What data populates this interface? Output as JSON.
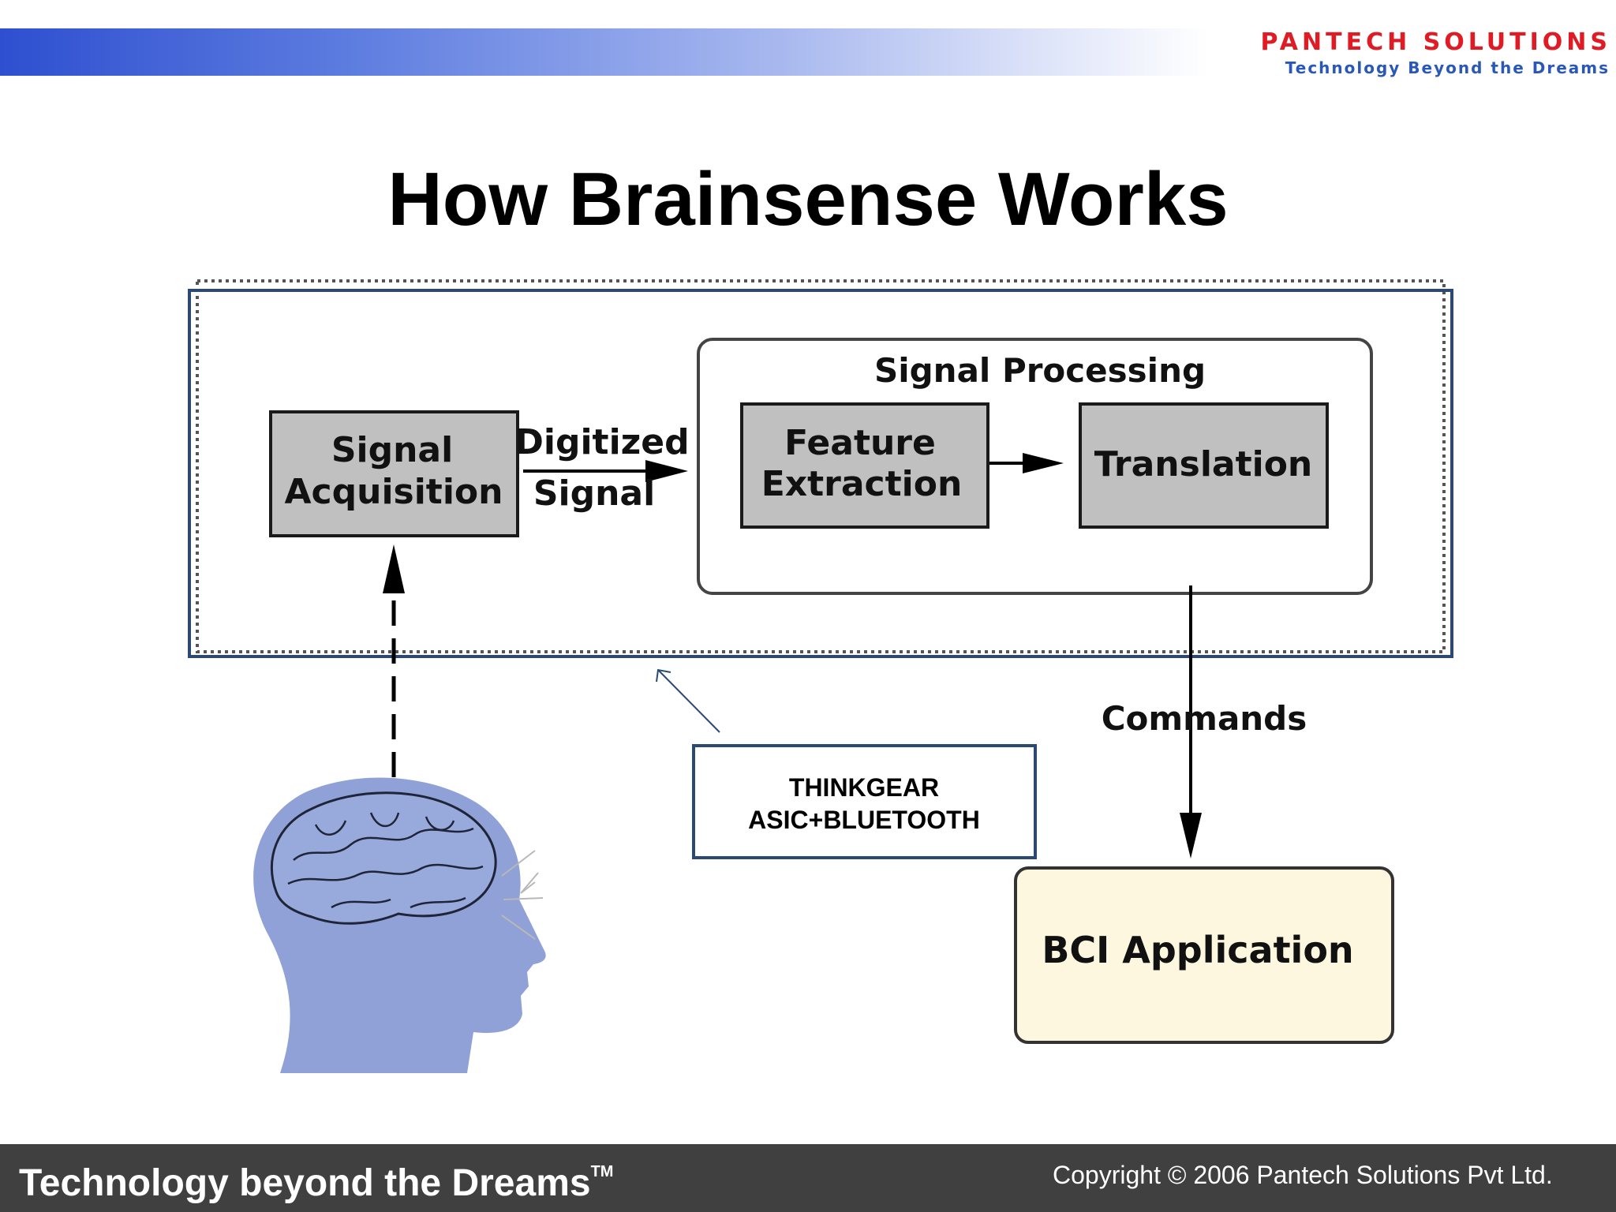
{
  "header": {
    "logo_name": "PANTECH SOLUTIONS",
    "logo_tagline": "Technology Beyond the Dreams",
    "bar_colors": [
      "#2e4fd0",
      "#a9b9ef"
    ],
    "logo_color": "#e01b24",
    "tagline_color": "#2a58b8"
  },
  "slide": {
    "title": "How Brainsense Works"
  },
  "diagram": {
    "acquisition_line1": "Signal",
    "acquisition_line2": "Acquisition",
    "digitized_line1": "Digitized",
    "digitized_line2": "Signal",
    "processing_title": "Signal Processing",
    "feature_line1": "Feature",
    "feature_line2": "Extraction",
    "translation": "Translation",
    "commands": "Commands",
    "thinkgear_line1": "THINKGEAR",
    "thinkgear_line2": "ASIC+BLUETOOTH",
    "bci_application": "BCI Application",
    "head_icon": "head-with-brain",
    "colors": {
      "box_fill": "#c0c0c0",
      "head_fill": "#8fa1d6",
      "bci_fill": "#fdf7df",
      "module_border": "#2b4a73"
    }
  },
  "footer": {
    "tagline": "Technology beyond the Dreams",
    "trademark": "TM",
    "copyright": "Copyright © 2006 Pantech Solutions Pvt Ltd."
  }
}
